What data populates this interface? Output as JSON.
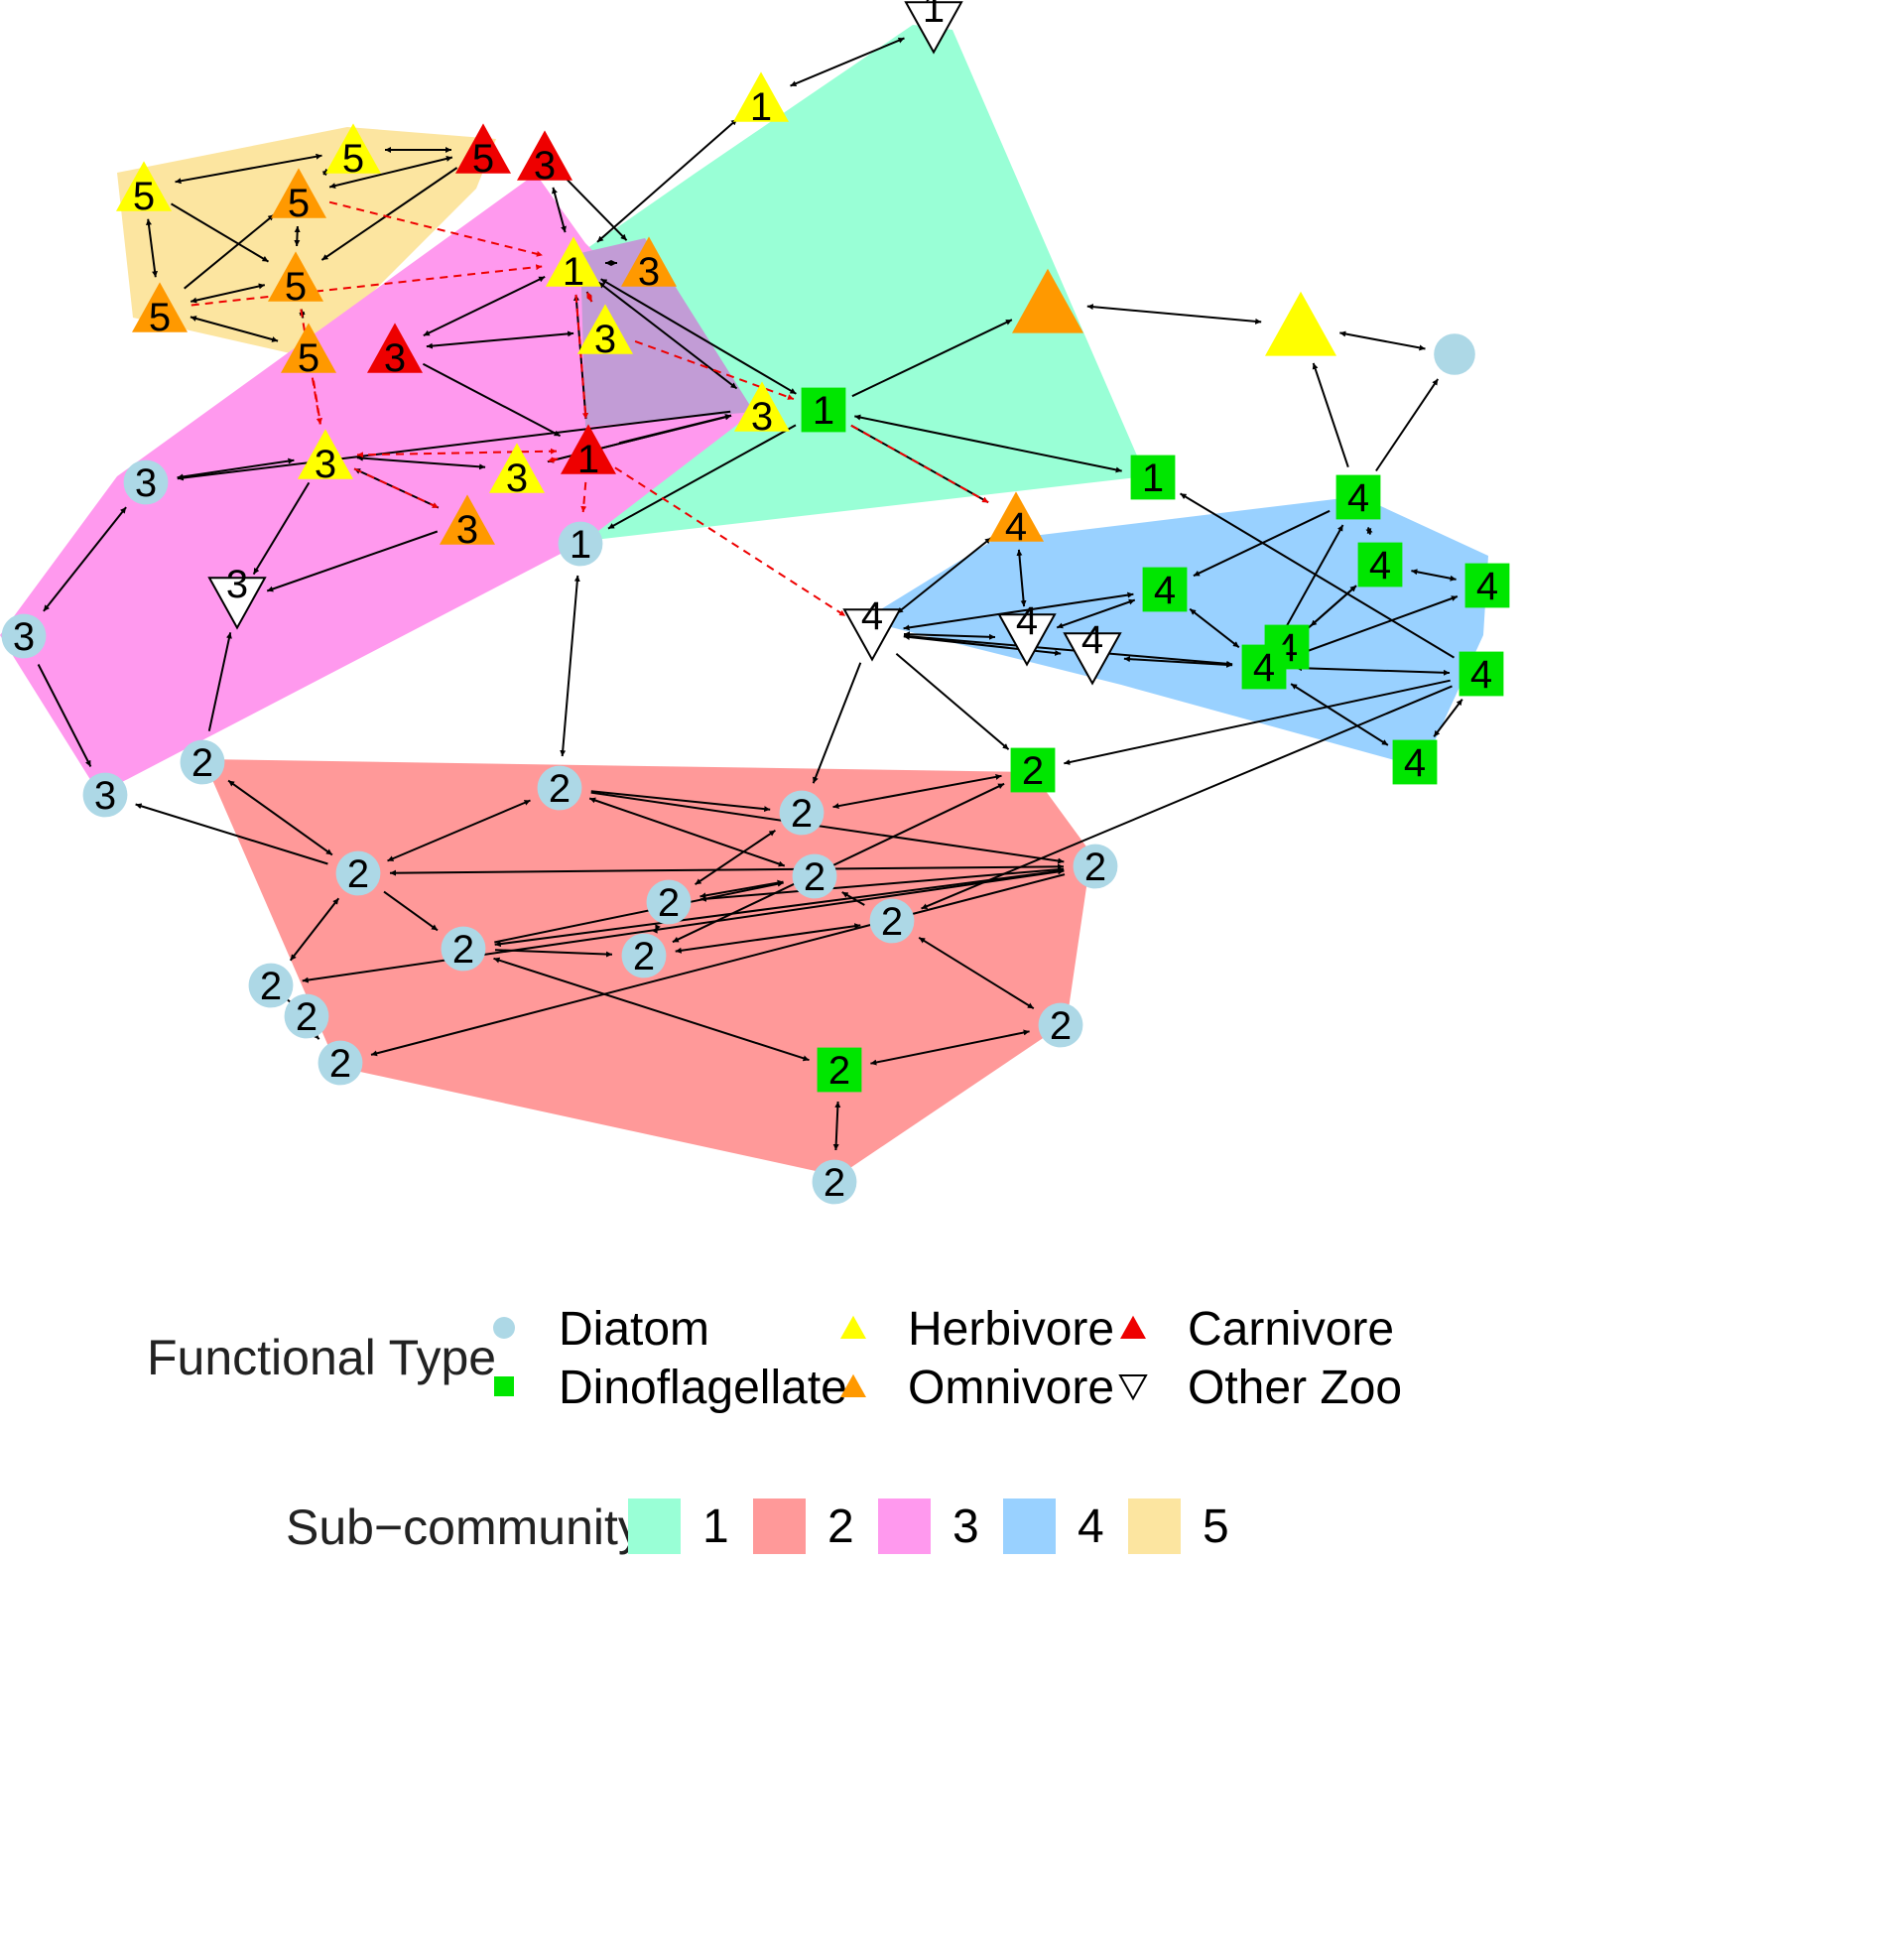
{
  "colors": {
    "community": {
      "1": "#99FFD6",
      "2": "#FF9999",
      "3": "#FF99EE",
      "4": "#99D1FF",
      "5": "#FCE5A0"
    },
    "overlap_1_3": "#C29CD6",
    "type": {
      "diatom": "#ADD8E6",
      "dino": "#00E600",
      "herb": "#FFFF00",
      "omni": "#FF9900",
      "carn": "#EE0000",
      "other": "#FFFFFF"
    },
    "trophic_edge": "#000000",
    "cross_edge": "#EE0000"
  },
  "legend": {
    "functional_title": "Functional Type",
    "functional_items": [
      {
        "key": "diatom",
        "label": "Diatom",
        "shape": "circle"
      },
      {
        "key": "dino",
        "label": "Dinoflagellate",
        "shape": "square"
      },
      {
        "key": "herb",
        "label": "Herbivore",
        "shape": "triangle"
      },
      {
        "key": "omni",
        "label": "Omnivore",
        "shape": "triangle"
      },
      {
        "key": "carn",
        "label": "Carnivore",
        "shape": "triangle"
      },
      {
        "key": "other",
        "label": "Other Zoo",
        "shape": "triangle-down"
      }
    ],
    "sub_title": "Sub−community",
    "sub_items": [
      "1",
      "2",
      "3",
      "4",
      "5"
    ]
  },
  "nodes": [
    {
      "id": "n1",
      "type": "other",
      "label": "1"
    },
    {
      "id": "n2",
      "type": "herb",
      "label": "1"
    },
    {
      "id": "n3",
      "type": "herb",
      "label": "5"
    },
    {
      "id": "n4",
      "type": "carn",
      "label": "5"
    },
    {
      "id": "n5",
      "type": "carn",
      "label": "3"
    },
    {
      "id": "n6",
      "type": "herb",
      "label": "5"
    },
    {
      "id": "n7",
      "type": "omni",
      "label": "5"
    },
    {
      "id": "n8",
      "type": "omni",
      "label": "5"
    },
    {
      "id": "n9",
      "type": "omni",
      "label": "5"
    },
    {
      "id": "n10",
      "type": "omni",
      "label": "5"
    },
    {
      "id": "n11",
      "type": "herb",
      "label": "1"
    },
    {
      "id": "n12",
      "type": "omni",
      "label": "3"
    },
    {
      "id": "n13",
      "type": "omni",
      "label": ""
    },
    {
      "id": "n14",
      "type": "herb",
      "label": ""
    },
    {
      "id": "n15",
      "type": "diatom",
      "label": ""
    },
    {
      "id": "n16",
      "type": "herb",
      "label": "3"
    },
    {
      "id": "n17",
      "type": "carn",
      "label": "3"
    },
    {
      "id": "n18",
      "type": "herb",
      "label": "3"
    },
    {
      "id": "n19",
      "type": "dino",
      "label": "1"
    },
    {
      "id": "n20",
      "type": "diatom",
      "label": "3"
    },
    {
      "id": "n21",
      "type": "herb",
      "label": "3"
    },
    {
      "id": "n22",
      "type": "carn",
      "label": "1"
    },
    {
      "id": "n23",
      "type": "herb",
      "label": "3"
    },
    {
      "id": "n24",
      "type": "omni",
      "label": "3"
    },
    {
      "id": "n25",
      "type": "diatom",
      "label": "1"
    },
    {
      "id": "n26",
      "type": "dino",
      "label": "1"
    },
    {
      "id": "n27",
      "type": "omni",
      "label": "4"
    },
    {
      "id": "n28",
      "type": "dino",
      "label": "4"
    },
    {
      "id": "n29",
      "type": "other",
      "label": "3"
    },
    {
      "id": "n30",
      "type": "diatom",
      "label": "3"
    },
    {
      "id": "n31",
      "type": "dino",
      "label": "4"
    },
    {
      "id": "n32",
      "type": "dino",
      "label": "4"
    },
    {
      "id": "n33",
      "type": "dino",
      "label": "4"
    },
    {
      "id": "n34",
      "type": "other",
      "label": "4"
    },
    {
      "id": "n35",
      "type": "other",
      "label": "4"
    },
    {
      "id": "n36",
      "type": "other",
      "label": "4"
    },
    {
      "id": "n37",
      "type": "dino",
      "label": "4"
    },
    {
      "id": "n38",
      "type": "dino",
      "label": "4"
    },
    {
      "id": "n39",
      "type": "dino",
      "label": "4"
    },
    {
      "id": "n40",
      "type": "dino",
      "label": "4"
    },
    {
      "id": "n41",
      "type": "diatom",
      "label": "2"
    },
    {
      "id": "n42",
      "type": "diatom",
      "label": "3"
    },
    {
      "id": "n43",
      "type": "dino",
      "label": "2"
    },
    {
      "id": "n44",
      "type": "diatom",
      "label": "2"
    },
    {
      "id": "n45",
      "type": "diatom",
      "label": "2"
    },
    {
      "id": "n46",
      "type": "diatom",
      "label": "2"
    },
    {
      "id": "n47",
      "type": "diatom",
      "label": "2"
    },
    {
      "id": "n48",
      "type": "diatom",
      "label": "2"
    },
    {
      "id": "n49",
      "type": "diatom",
      "label": "2"
    },
    {
      "id": "n50",
      "type": "diatom",
      "label": "2"
    },
    {
      "id": "n51",
      "type": "diatom",
      "label": "2"
    },
    {
      "id": "n52",
      "type": "diatom",
      "label": "2"
    },
    {
      "id": "n53",
      "type": "diatom",
      "label": "2"
    },
    {
      "id": "n54",
      "type": "diatom",
      "label": "2"
    },
    {
      "id": "n55",
      "type": "diatom",
      "label": "2"
    },
    {
      "id": "n56",
      "type": "diatom",
      "label": "2"
    },
    {
      "id": "n57",
      "type": "dino",
      "label": "2"
    },
    {
      "id": "n58",
      "type": "diatom",
      "label": "2"
    }
  ],
  "edges": [
    {
      "from": "n1",
      "to": "n2",
      "style": "solid",
      "dir": "both"
    },
    {
      "from": "n2",
      "to": "n11",
      "style": "solid",
      "dir": "both"
    },
    {
      "from": "n3",
      "to": "n6",
      "style": "solid",
      "dir": "both"
    },
    {
      "from": "n3",
      "to": "n4",
      "style": "solid",
      "dir": "both"
    },
    {
      "from": "n4",
      "to": "n7",
      "style": "solid",
      "dir": "both"
    },
    {
      "from": "n3",
      "to": "n7",
      "style": "solid",
      "dir": "both"
    },
    {
      "from": "n6",
      "to": "n9",
      "style": "solid",
      "dir": "both"
    },
    {
      "from": "n6",
      "to": "n8",
      "style": "solid",
      "dir": "forward"
    },
    {
      "from": "n9",
      "to": "n7",
      "style": "solid",
      "dir": "forward"
    },
    {
      "from": "n8",
      "to": "n7",
      "style": "solid",
      "dir": "both"
    },
    {
      "from": "n9",
      "to": "n8",
      "style": "solid",
      "dir": "both"
    },
    {
      "from": "n9",
      "to": "n10",
      "style": "solid",
      "dir": "both"
    },
    {
      "from": "n8",
      "to": "n10",
      "style": "solid",
      "dir": "both"
    },
    {
      "from": "n4",
      "to": "n8",
      "style": "solid",
      "dir": "forward"
    },
    {
      "from": "n5",
      "to": "n11",
      "style": "solid",
      "dir": "both"
    },
    {
      "from": "n5",
      "to": "n12",
      "style": "solid",
      "dir": "forward"
    },
    {
      "from": "n11",
      "to": "n12",
      "style": "solid",
      "dir": "both"
    },
    {
      "from": "n11",
      "to": "n16",
      "style": "solid",
      "dir": "both"
    },
    {
      "from": "n11",
      "to": "n17",
      "style": "solid",
      "dir": "both"
    },
    {
      "from": "n11",
      "to": "n22",
      "style": "solid",
      "dir": "both"
    },
    {
      "from": "n11",
      "to": "n18",
      "style": "solid",
      "dir": "both"
    },
    {
      "from": "n11",
      "to": "n19",
      "style": "solid",
      "dir": "both"
    },
    {
      "from": "n16",
      "to": "n17",
      "style": "solid",
      "dir": "both"
    },
    {
      "from": "n17",
      "to": "n22",
      "style": "solid",
      "dir": "forward"
    },
    {
      "from": "n18",
      "to": "n20",
      "style": "solid",
      "dir": "forward"
    },
    {
      "from": "n21",
      "to": "n20",
      "style": "solid",
      "dir": "both"
    },
    {
      "from": "n21",
      "to": "n23",
      "style": "solid",
      "dir": "both"
    },
    {
      "from": "n21",
      "to": "n24",
      "style": "solid",
      "dir": "both"
    },
    {
      "from": "n21",
      "to": "n29",
      "style": "solid",
      "dir": "forward"
    },
    {
      "from": "n24",
      "to": "n29",
      "style": "solid",
      "dir": "forward"
    },
    {
      "from": "n23",
      "to": "n18",
      "style": "solid",
      "dir": "both"
    },
    {
      "from": "n22",
      "to": "n18",
      "style": "solid",
      "dir": "forward"
    },
    {
      "from": "n23",
      "to": "n18",
      "style": "solid",
      "dir": "forward"
    },
    {
      "from": "n19",
      "to": "n13",
      "style": "solid",
      "dir": "forward"
    },
    {
      "from": "n19",
      "to": "n25",
      "style": "solid",
      "dir": "forward"
    },
    {
      "from": "n19",
      "to": "n26",
      "style": "solid",
      "dir": "both"
    },
    {
      "from": "n19",
      "to": "n27",
      "style": "solid",
      "dir": "forward"
    },
    {
      "from": "n13",
      "to": "n14",
      "style": "solid",
      "dir": "both"
    },
    {
      "from": "n14",
      "to": "n15",
      "style": "solid",
      "dir": "both"
    },
    {
      "from": "n28",
      "to": "n14",
      "style": "solid",
      "dir": "forward"
    },
    {
      "from": "n28",
      "to": "n15",
      "style": "solid",
      "dir": "forward"
    },
    {
      "from": "n20",
      "to": "n30",
      "style": "solid",
      "dir": "both"
    },
    {
      "from": "n30",
      "to": "n42",
      "style": "solid",
      "dir": "forward"
    },
    {
      "from": "n41",
      "to": "n29",
      "style": "solid",
      "dir": "forward"
    },
    {
      "from": "n45",
      "to": "n42",
      "style": "solid",
      "dir": "forward"
    },
    {
      "from": "n25",
      "to": "n44",
      "style": "solid",
      "dir": "both"
    },
    {
      "from": "n27",
      "to": "n34",
      "style": "solid",
      "dir": "both"
    },
    {
      "from": "n27",
      "to": "n35",
      "style": "solid",
      "dir": "both"
    },
    {
      "from": "n34",
      "to": "n31",
      "style": "solid",
      "dir": "both"
    },
    {
      "from": "n34",
      "to": "n35",
      "style": "solid",
      "dir": "both"
    },
    {
      "from": "n34",
      "to": "n36",
      "style": "solid",
      "dir": "both"
    },
    {
      "from": "n34",
      "to": "n38",
      "style": "solid",
      "dir": "both"
    },
    {
      "from": "n36",
      "to": "n38",
      "style": "solid",
      "dir": "both"
    },
    {
      "from": "n35",
      "to": "n31",
      "style": "solid",
      "dir": "both"
    },
    {
      "from": "n31",
      "to": "n38",
      "style": "solid",
      "dir": "both"
    },
    {
      "from": "n28",
      "to": "n31",
      "style": "solid",
      "dir": "forward"
    },
    {
      "from": "n28",
      "to": "n38",
      "style": "solid",
      "dir": "both"
    },
    {
      "from": "n28",
      "to": "n32",
      "style": "solid",
      "dir": "both"
    },
    {
      "from": "n32",
      "to": "n38",
      "style": "solid",
      "dir": "both"
    },
    {
      "from": "n32",
      "to": "n33",
      "style": "solid",
      "dir": "both"
    },
    {
      "from": "n32",
      "to": "n37",
      "style": "solid",
      "dir": "both"
    },
    {
      "from": "n33",
      "to": "n38",
      "style": "solid",
      "dir": "both"
    },
    {
      "from": "n37",
      "to": "n38",
      "style": "solid",
      "dir": "both"
    },
    {
      "from": "n39",
      "to": "n38",
      "style": "solid",
      "dir": "both"
    },
    {
      "from": "n40",
      "to": "n38",
      "style": "solid",
      "dir": "both"
    },
    {
      "from": "n39",
      "to": "n26",
      "style": "solid",
      "dir": "forward"
    },
    {
      "from": "n39",
      "to": "n40",
      "style": "solid",
      "dir": "both"
    },
    {
      "from": "n34",
      "to": "n46",
      "style": "solid",
      "dir": "forward"
    },
    {
      "from": "n34",
      "to": "n43",
      "style": "solid",
      "dir": "forward"
    },
    {
      "from": "n39",
      "to": "n43",
      "style": "solid",
      "dir": "forward"
    },
    {
      "from": "n39",
      "to": "n51",
      "style": "solid",
      "dir": "forward"
    },
    {
      "from": "n41",
      "to": "n45",
      "style": "solid",
      "dir": "both"
    },
    {
      "from": "n45",
      "to": "n44",
      "style": "solid",
      "dir": "both"
    },
    {
      "from": "n45",
      "to": "n49",
      "style": "solid",
      "dir": "both"
    },
    {
      "from": "n45",
      "to": "n53",
      "style": "solid",
      "dir": "both"
    },
    {
      "from": "n45",
      "to": "n50",
      "style": "solid",
      "dir": "forward"
    },
    {
      "from": "n44",
      "to": "n49",
      "style": "solid",
      "dir": "forward"
    },
    {
      "from": "n44",
      "to": "n47",
      "style": "solid",
      "dir": "both"
    },
    {
      "from": "n44",
      "to": "n46",
      "style": "solid",
      "dir": "forward"
    },
    {
      "from": "n49",
      "to": "n53",
      "style": "solid",
      "dir": "both"
    },
    {
      "from": "n49",
      "to": "n48",
      "style": "solid",
      "dir": "forward"
    },
    {
      "from": "n49",
      "to": "n50",
      "style": "solid",
      "dir": "both"
    },
    {
      "from": "n49",
      "to": "n54",
      "style": "solid",
      "dir": "forward"
    },
    {
      "from": "n48",
      "to": "n47",
      "style": "solid",
      "dir": "both"
    },
    {
      "from": "n48",
      "to": "n46",
      "style": "solid",
      "dir": "both"
    },
    {
      "from": "n48",
      "to": "n52",
      "style": "solid",
      "dir": "both"
    },
    {
      "from": "n50",
      "to": "n52",
      "style": "solid",
      "dir": "forward"
    },
    {
      "from": "n50",
      "to": "n57",
      "style": "solid",
      "dir": "both"
    },
    {
      "from": "n50",
      "to": "n47",
      "style": "solid",
      "dir": "forward"
    },
    {
      "from": "n46",
      "to": "n43",
      "style": "solid",
      "dir": "both"
    },
    {
      "from": "n43",
      "to": "n52",
      "style": "solid",
      "dir": "both"
    },
    {
      "from": "n51",
      "to": "n47",
      "style": "solid",
      "dir": "forward"
    },
    {
      "from": "n51",
      "to": "n52",
      "style": "solid",
      "dir": "both"
    },
    {
      "from": "n51",
      "to": "n55",
      "style": "solid",
      "dir": "both"
    },
    {
      "from": "n53",
      "to": "n54",
      "style": "solid",
      "dir": "both"
    },
    {
      "from": "n53",
      "to": "n56",
      "style": "solid",
      "dir": "both"
    },
    {
      "from": "n55",
      "to": "n57",
      "style": "solid",
      "dir": "both"
    },
    {
      "from": "n57",
      "to": "n58",
      "style": "solid",
      "dir": "both"
    },
    {
      "from": "n9",
      "to": "n11",
      "style": "dashed",
      "dir": "forward"
    },
    {
      "from": "n7",
      "to": "n11",
      "style": "dashed",
      "dir": "forward"
    },
    {
      "from": "n10",
      "to": "n21",
      "style": "dashed",
      "dir": "forward"
    },
    {
      "from": "n8",
      "to": "n21",
      "style": "dashed",
      "dir": "forward"
    },
    {
      "from": "n11",
      "to": "n22",
      "style": "dashed",
      "dir": "forward"
    },
    {
      "from": "n16",
      "to": "n11",
      "style": "dashed",
      "dir": "both"
    },
    {
      "from": "n16",
      "to": "n19",
      "style": "dashed",
      "dir": "forward"
    },
    {
      "from": "n22",
      "to": "n21",
      "style": "dashed",
      "dir": "both"
    },
    {
      "from": "n22",
      "to": "n23",
      "style": "dashed",
      "dir": "both"
    },
    {
      "from": "n22",
      "to": "n25",
      "style": "dashed",
      "dir": "forward"
    },
    {
      "from": "n22",
      "to": "n34",
      "style": "dashed",
      "dir": "forward"
    },
    {
      "from": "n21",
      "to": "n24",
      "style": "dashed",
      "dir": "forward"
    },
    {
      "from": "n19",
      "to": "n27",
      "style": "dashed",
      "dir": "forward"
    }
  ]
}
